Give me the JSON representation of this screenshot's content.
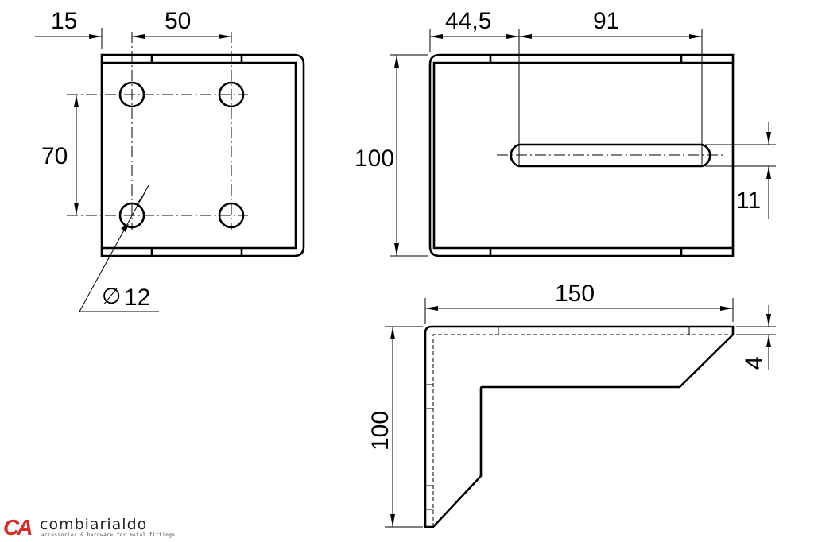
{
  "drawing": {
    "front_view": {
      "dims": {
        "edge_to_hole": "15",
        "hole_spacing_h": "50",
        "hole_spacing_v": "70",
        "hole_diameter": "12",
        "diameter_symbol": "∅"
      }
    },
    "side_view": {
      "dims": {
        "edge_to_slot": "44,5",
        "slot_length": "91",
        "height": "100",
        "slot_width": "11"
      }
    },
    "profile_view": {
      "dims": {
        "length": "150",
        "height": "100",
        "thickness": "4"
      }
    },
    "stroke_color": "#000000",
    "background": "#ffffff"
  },
  "logo": {
    "mark": "CA",
    "name": "combiarialdo",
    "tagline": "accessories & hardware for metal fittings",
    "brand_color": "#d92b27"
  }
}
